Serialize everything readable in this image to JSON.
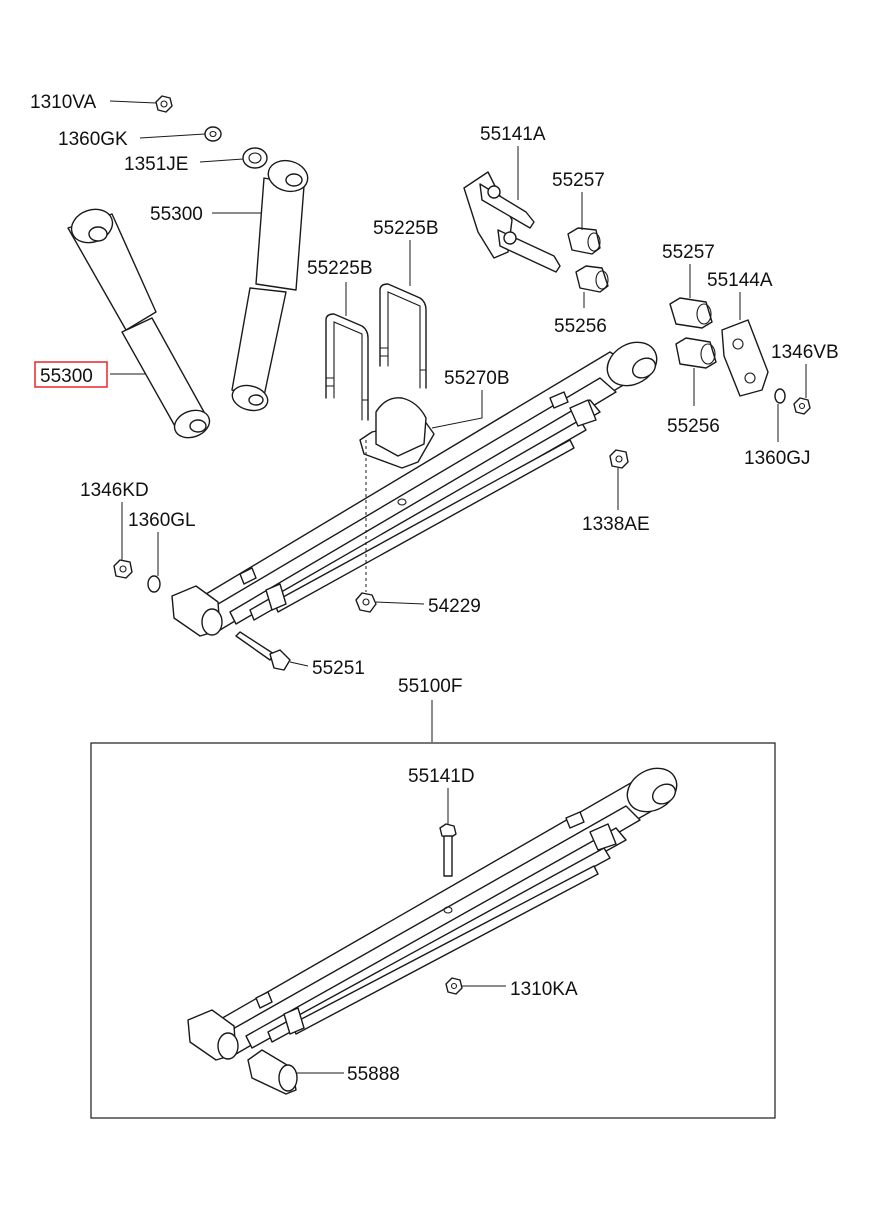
{
  "labels": {
    "p1310VA": "1310VA",
    "p1360GK": "1360GK",
    "p1351JE": "1351JE",
    "p55300_right": "55300",
    "p55300_left": "55300",
    "p55141A": "55141A",
    "p55257_a": "55257",
    "p55256_a": "55256",
    "p55257_b": "55257",
    "p55144A": "55144A",
    "p1346VB": "1346VB",
    "p55256_b": "55256",
    "p1360GJ": "1360GJ",
    "p55225B_a": "55225B",
    "p55225B_b": "55225B",
    "p55270B": "55270B",
    "p1338AE": "1338AE",
    "p1346KD": "1346KD",
    "p1360GL": "1360GL",
    "p54229": "54229",
    "p55251": "55251",
    "p55100F": "55100F",
    "p55141D": "55141D",
    "p1310KA": "1310KA",
    "p55888": "55888"
  },
  "highlight": {
    "part": "55300",
    "color": "#e8262b"
  }
}
